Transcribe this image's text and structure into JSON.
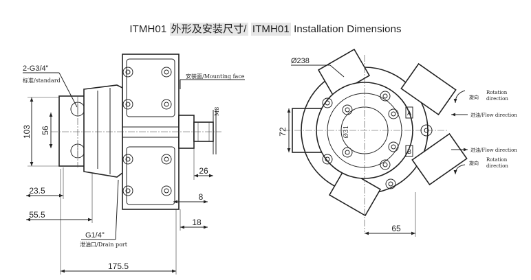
{
  "title": {
    "prefix": "ITMH01",
    "highlight_cn": "外形及安装尺寸/",
    "highlight_en": "ITMH01",
    "suffix": "Installation Dimensions"
  },
  "side_view": {
    "port_label": "2-G3/4\"",
    "standard_label": "标准/standard",
    "mounting_face_label": "安装面/Mounting face",
    "drain_port_size": "G1/4\"",
    "drain_port_label": "泄油口/Drain port",
    "shaft_label": "M8",
    "dim_103": "103",
    "dim_56": "56",
    "dim_23_5": "23.5",
    "dim_55_5": "55.5",
    "dim_175_5": "175.5",
    "dim_26": "26",
    "dim_8": "8",
    "dim_18": "18"
  },
  "front_view": {
    "dia_label": "Ø238",
    "dim_72": "72",
    "dim_65": "65",
    "port_a": "A",
    "port_b": "B",
    "center_label": "Ø31",
    "rotation_cn": "旋向",
    "rotation_en_1": "Rotation",
    "rotation_en_2": "direction",
    "flow_label": "进油/Flow direction"
  }
}
